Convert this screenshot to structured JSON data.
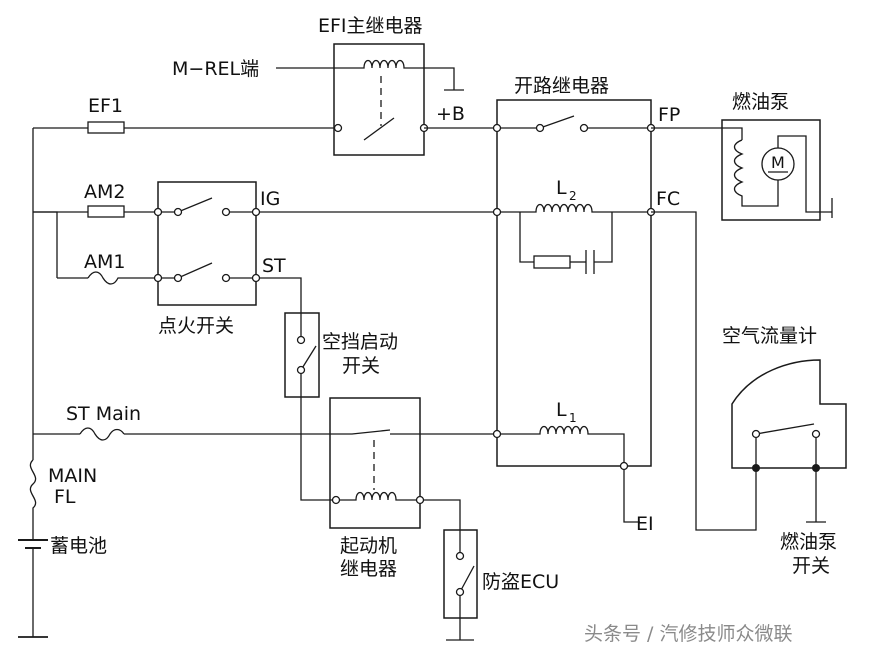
{
  "labels": {
    "efi_relay": "EFI主继电器",
    "m_rel": "M−REL端",
    "plus_b": "+B",
    "circuit_relay": "开路继电器",
    "fp": "FP",
    "fuel_pump": "燃油泵",
    "motor": "M",
    "ef1": "EF1",
    "am2": "AM2",
    "ig": "IG",
    "fc": "FC",
    "l2": "L",
    "l2_sub": "2",
    "am1": "AM1",
    "st": "ST",
    "ignition_switch": "点火开关",
    "neutral_switch_1": "空挡启动",
    "neutral_switch_2": "开关",
    "air_flow_meter": "空气流量计",
    "st_main": "ST Main",
    "l1": "L",
    "l1_sub": "1",
    "main_fl_1": "MAIN",
    "main_fl_2": "FL",
    "battery": "蓄电池",
    "starter_relay_1": "起动机",
    "starter_relay_2": "继电器",
    "ei": "EI",
    "anti_theft_ecu": "防盗ECU",
    "fuel_pump_switch_1": "燃油泵",
    "fuel_pump_switch_2": "开关"
  },
  "watermark": "头条号 / 汽修技师众微联"
}
